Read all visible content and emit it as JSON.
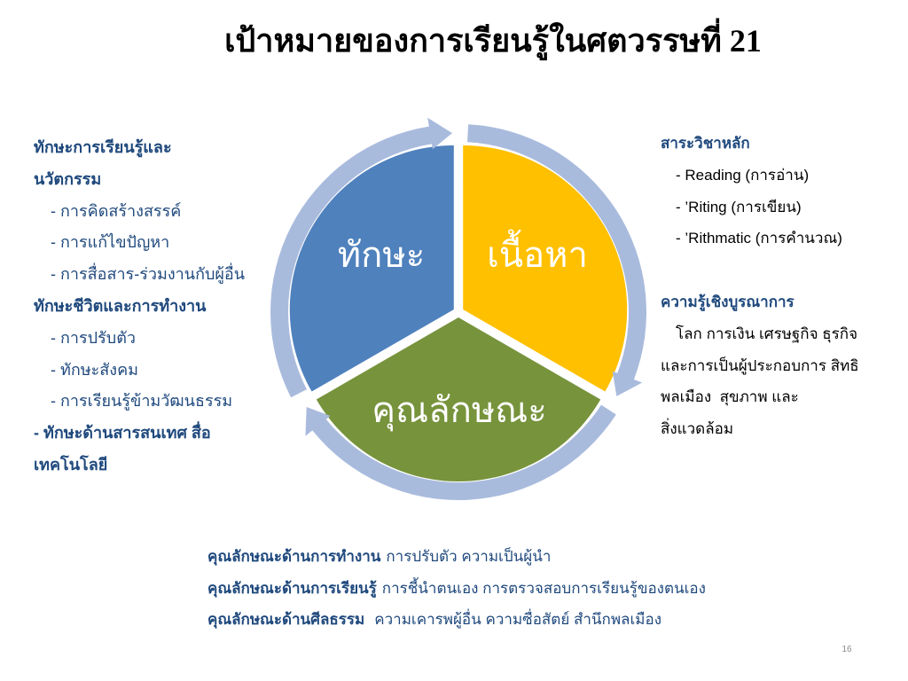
{
  "theme": {
    "heading_color": "#1f497d",
    "body_color": "#000000",
    "title_color": "#000000",
    "page_number_color": "#8c8c8c",
    "segment_label_color": "#ffffff"
  },
  "slide": {
    "title": "เป้าหมายของการเรียนรู้ในศตวรรษที่ 21",
    "page_number": "16"
  },
  "cycle_diagram": {
    "ring_color": "#a9bbdd",
    "segments": [
      {
        "label": "ทักษะ",
        "color": "#4f81bd"
      },
      {
        "label": "เนื้อหา",
        "color": "#ffc000"
      },
      {
        "label": "คุณลักษณะ",
        "color": "#77933c"
      }
    ]
  },
  "skills_panel": {
    "groups": [
      {
        "heading_lines": [
          "ทักษะการเรียนรู้และ",
          "นวัตกรรม"
        ],
        "items": [
          "- การคิดสร้างสรรค์",
          "- การแก้ไขปัญหา",
          "- การสื่อสาร-ร่วมงานกับผู้อื่น"
        ]
      },
      {
        "heading_lines": [
          "ทักษะชีวิตและการทำงาน"
        ],
        "items": [
          "- การปรับตัว",
          "- ทักษะสังคม",
          "- การเรียนรู้ข้ามวัฒนธรรม"
        ]
      },
      {
        "heading_lines": [
          "- ทักษะด้านสารสนเทศ สื่อ",
          "เทคโนโลยี"
        ]
      }
    ]
  },
  "content_panel": {
    "core_subjects": {
      "heading": "สาระวิชาหลัก",
      "items": [
        "- Reading (การอ่าน)",
        "- ’Riting (การเขียน)",
        "- ’Rithmatic (การคำนวณ)"
      ]
    },
    "interdisciplinary": {
      "heading": "ความรู้เชิงบูรณาการ",
      "lines": [
        "โลก การเงิน เศรษฐกิจ ธุรกิจ",
        "และการเป็นผู้ประกอบการ สิทธิ",
        "พลเมือง  สุขภาพ และ",
        "สิ่งแวดล้อม"
      ]
    }
  },
  "attributes_panel": {
    "rows": [
      {
        "label": "คุณลักษณะด้านการทำงาน",
        "text": "การปรับตัว ความเป็นผู้นำ"
      },
      {
        "label": "คุณลักษณะด้านการเรียนรู้",
        "text": "การชี้นำตนเอง การตรวจสอบการเรียนรู้ของตนเอง"
      },
      {
        "label": "คุณลักษณะด้านศีลธรรม",
        "text": "ความเคารพผู้อื่น ความซื่อสัตย์ สำนึกพลเมือง"
      }
    ]
  }
}
